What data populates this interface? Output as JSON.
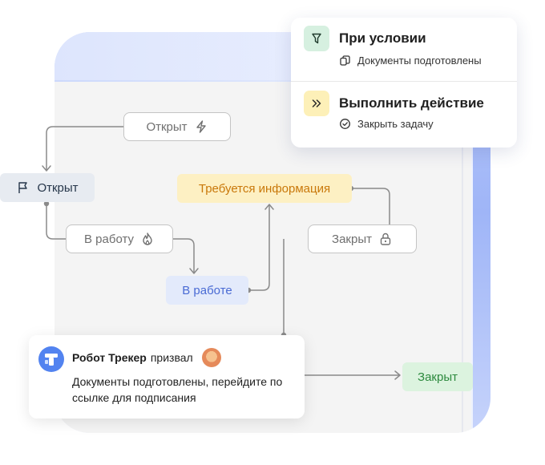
{
  "popover": {
    "condition": {
      "title": "При условии",
      "subtitle": "Документы подготовлены",
      "icon": "filter-icon",
      "badge_color": "#d6f0e0"
    },
    "action": {
      "title": "Выполнить действие",
      "subtitle": "Закрыть задачу",
      "icon": "double-chevron-right-icon",
      "badge_color": "#fdf0b8"
    }
  },
  "workflow": {
    "transitions": {
      "open": {
        "label": "Открыт",
        "icon": "lightning-icon"
      },
      "in_progress": {
        "label": "В работу",
        "icon": "flame-icon"
      },
      "closed": {
        "label": "Закрыт",
        "icon": "lock-icon"
      }
    },
    "statuses": {
      "open": {
        "label": "Открыт",
        "icon": "flag-icon",
        "color": "#26364a"
      },
      "in_progress": {
        "label": "В работе",
        "color": "#4a6bd4"
      },
      "need_info": {
        "label": "Требуется информация",
        "color": "#c9780a"
      },
      "closed": {
        "label": "Закрыт",
        "color": "#2d8a3e"
      }
    }
  },
  "comment": {
    "author": "Робот Трекер",
    "verb": "призвал",
    "text": "Документы подготовлены, перейдите по ссылке для подписания"
  }
}
